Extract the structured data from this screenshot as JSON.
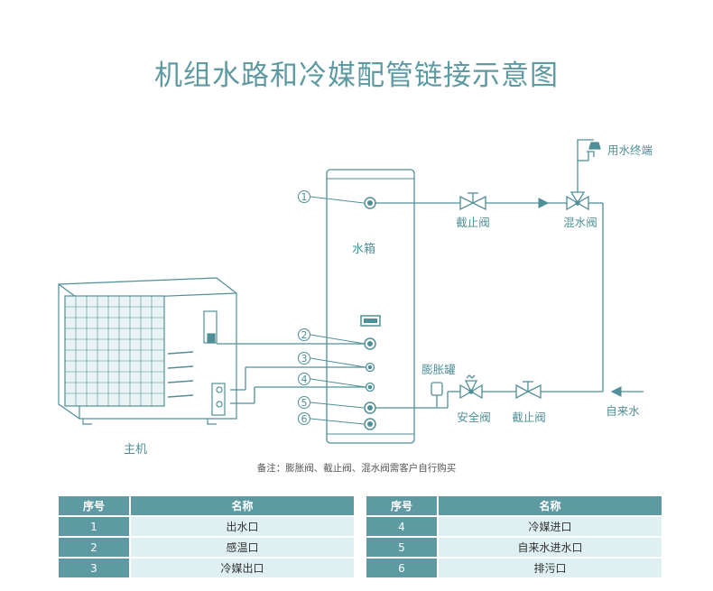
{
  "title": "机组水路和冷媒配管链接示意图",
  "labels": {
    "tank": "水箱",
    "unit": "主机",
    "stop_valve_top": "截止阀",
    "mix_valve": "混水阀",
    "terminal": "用水终端",
    "expansion_tank": "膨胀罐",
    "safety_valve": "安全阀",
    "stop_valve_bottom": "截止阀",
    "tap_water": "自来水"
  },
  "port_numbers": [
    "1",
    "2",
    "3",
    "4",
    "5",
    "6"
  ],
  "note": "备注：膨胀阀、截止阀、混水阀需客户自行购买",
  "table_left": {
    "headers": [
      "序号",
      "名称"
    ],
    "rows": [
      [
        "1",
        "出水口"
      ],
      [
        "2",
        "感温口"
      ],
      [
        "3",
        "冷媒出口"
      ]
    ]
  },
  "table_right": {
    "headers": [
      "序号",
      "名称"
    ],
    "rows": [
      [
        "4",
        "冷媒进口"
      ],
      [
        "5",
        "自来水进水口"
      ],
      [
        "6",
        "排污口"
      ]
    ]
  },
  "colors": {
    "accent": "#5d9aa2",
    "line": "#4f8f97",
    "row_bg": "#def0f1"
  }
}
